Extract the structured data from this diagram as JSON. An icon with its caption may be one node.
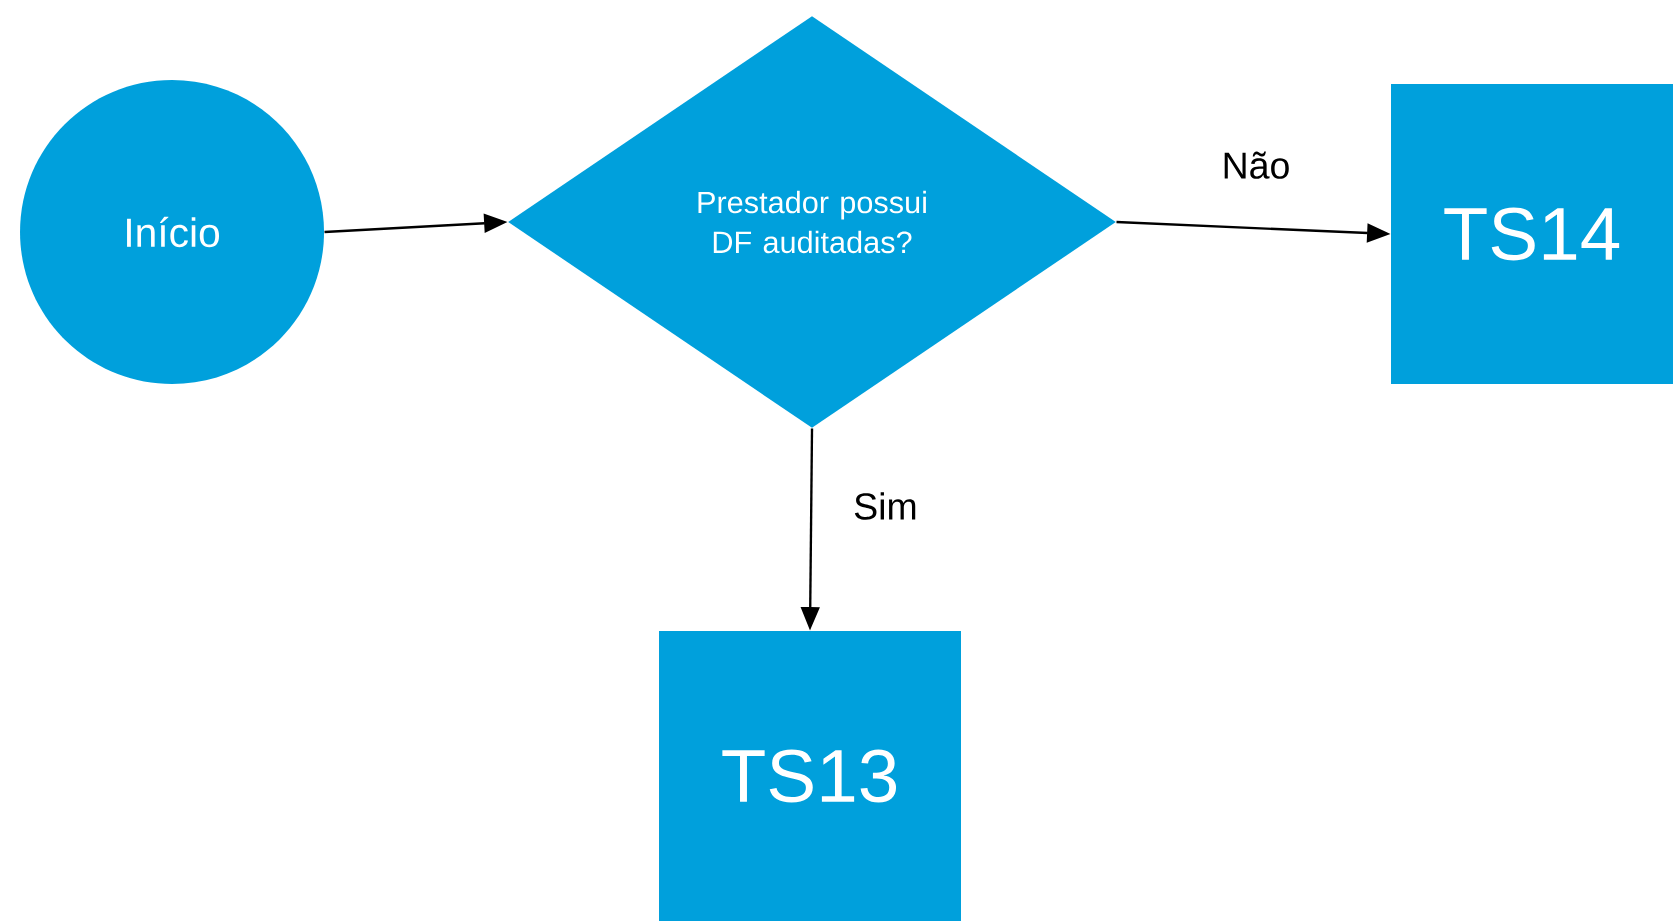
{
  "diagram": {
    "nodes": [
      {
        "text": [
          "Início"
        ]
      },
      {
        "text": [
          "Prestador possui DF auditadas?"
        ]
      },
      {
        "text": [
          "TS14"
        ]
      },
      {
        "text": [
          "TS13"
        ]
      }
    ],
    "edges": [
      {
        "from": 0,
        "to": 1,
        "arrow": "to"
      },
      {
        "from": 1,
        "to": 2,
        "arrow": "to",
        "label": "Não"
      },
      {
        "from": 1,
        "to": 3,
        "arrow": "to",
        "label": "Sim"
      }
    ]
  }
}
